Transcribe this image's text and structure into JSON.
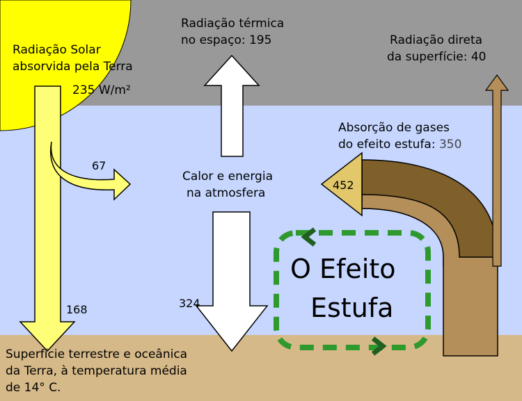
{
  "colors": {
    "space": "#999999",
    "atmosphere": "#c6d6ff",
    "surface": "#d6b989",
    "sun": "#ffff00",
    "solar_arrow": "#ffff77",
    "solar_arrow_stroke": "#000000",
    "white_arrow": "#ffffff",
    "greenhouse_dark": "#7f5f2a",
    "greenhouse_light": "#b48f59",
    "absorption_arrow": "#e2c86a",
    "loop_green": "#2e9a2e",
    "loop_chevron": "#1f5f1f"
  },
  "labels": {
    "solar_absorbed_line1": "Radiação Solar",
    "solar_absorbed_line2": "absorvida pela Terra",
    "solar_value": "235 W/m²",
    "reflected_value": "67",
    "surface_solar_value": "168",
    "thermal_space_line1": "Radiação térmica",
    "thermal_space_line2": "no espaço: 195",
    "direct_radiation_line1": "Radiação direta",
    "direct_radiation_line2": "da superfície: 40",
    "gas_absorption_line1": "Absorção de gases",
    "gas_absorption_line2_text": "do efeito estufa: ",
    "gas_absorption_value": "350",
    "heat_line1": "Calor e energia",
    "heat_line2": "na atmosfera",
    "down_value": "324",
    "back_radiation_value": "452",
    "greenhouse_line1": "O Efeito",
    "greenhouse_line2": "Estufa",
    "surface_line1": "Superfície terrestre e oceânica",
    "surface_line2": "da Terra, à temperatura média",
    "surface_line3": "de 14° C."
  },
  "icons": {
    "sun": "sun-icon",
    "loop_chevron_top": "chevron-left-icon",
    "loop_chevron_bottom": "chevron-right-icon"
  }
}
